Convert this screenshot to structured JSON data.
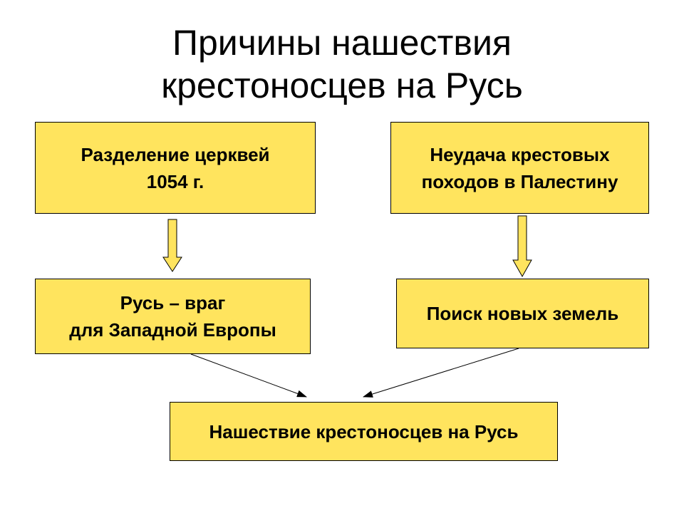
{
  "title": {
    "line1": "Причины нашествия",
    "line2": "крестоносцев на Русь"
  },
  "boxes": {
    "schism": {
      "line1": "Разделение церквей",
      "line2": "1054 г."
    },
    "crusades": {
      "line1": "Неудача крестовых",
      "line2": "походов в Палестину"
    },
    "enemy": {
      "line1": "Русь – враг",
      "line2": "для Западной Европы"
    },
    "lands": {
      "line1": "Поиск новых земель"
    },
    "invasion": {
      "line1": "Нашествие крестоносцев на Русь"
    }
  },
  "colors": {
    "box_fill": "#ffe45e",
    "arrow_fill": "#ffe45e",
    "border": "#000000"
  }
}
